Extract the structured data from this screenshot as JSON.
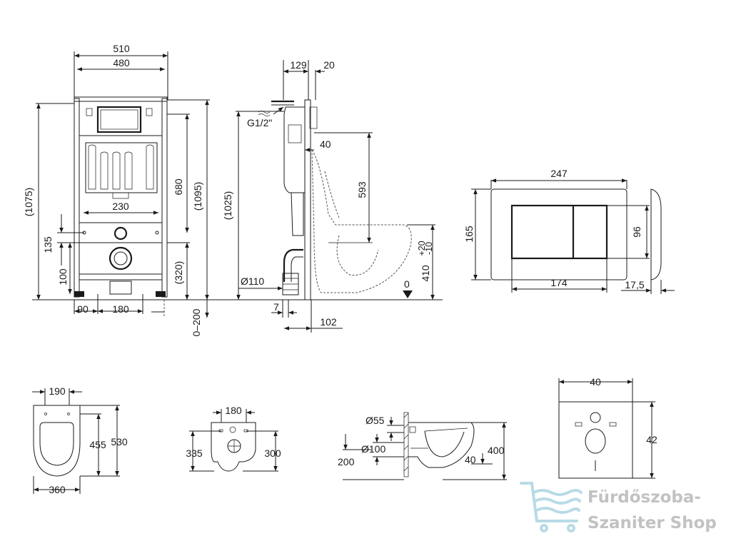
{
  "frame_front": {
    "width_outer": "510",
    "width_inner": "480",
    "height_total_left": "(1075)",
    "height_680": "680",
    "height_total_right": "(1095)",
    "spacing_230": "230",
    "dim_135": "135",
    "dim_100": "100",
    "dim_320": "(320)",
    "dim_90": "90",
    "dim_180": "180",
    "dim_adjust": "0–200"
  },
  "frame_side": {
    "depth_129": "129",
    "depth_20": "20",
    "inlet": "G1/2\"",
    "dim_40": "40",
    "height_1025": "(1025)",
    "dim_593": "593",
    "seat_height": "410",
    "tol_plus": "+20",
    "tol_minus": "-10",
    "floor_zero": "0",
    "drain": "Ø110",
    "dim_7": "7",
    "dim_102": "102"
  },
  "flush_plate": {
    "width": "247",
    "height": "165",
    "button_height": "96",
    "button_width": "174",
    "depth": "17,5"
  },
  "bowl_top": {
    "width_top": "190",
    "length_inner": "455",
    "length": "530",
    "width": "360"
  },
  "bowl_rear": {
    "spacing": "180",
    "height_left": "335",
    "height_right": "300"
  },
  "bowl_side": {
    "inlet": "Ø55",
    "outlet": "Ø100",
    "drain_height": "200",
    "height": "400",
    "dim_40": "40"
  },
  "plate_mount": {
    "width": "40",
    "height": "42"
  },
  "watermark": {
    "line1": "Fürdőszoba-",
    "line2": "Szaniter Shop"
  },
  "colors": {
    "ink": "#1a1a1a",
    "logo": "#c2c2c2",
    "logo_icon": "#b8dbe6"
  }
}
